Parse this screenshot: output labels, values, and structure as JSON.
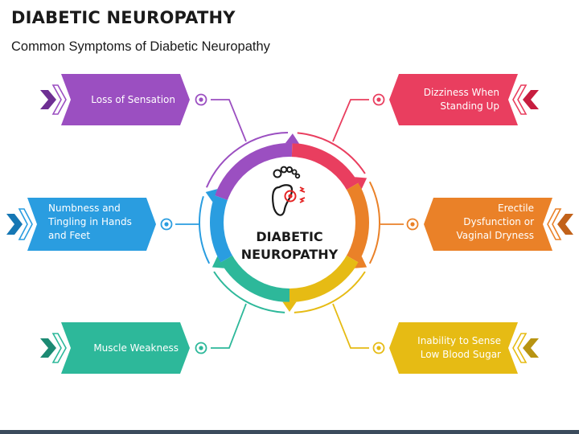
{
  "header": {
    "title": "DIABETIC NEUROPATHY",
    "subtitle": "Common Symptoms of Diabetic Neuropathy"
  },
  "center": {
    "label": "DIABETIC\nNEUROPATHY",
    "icon": "foot-icon"
  },
  "symptoms": [
    {
      "label": "Loss of Sensation",
      "color": "#9b4fc1",
      "side": "left"
    },
    {
      "label": "Numbness and\nTingling in Hands\nand Feet",
      "color": "#2a9de0",
      "side": "left"
    },
    {
      "label": "Muscle Weakness",
      "color": "#2db89a",
      "side": "left"
    },
    {
      "label": "Dizziness When\nStanding Up",
      "color": "#e93e5f",
      "side": "right"
    },
    {
      "label": "Erectile\nDysfunction or\nVaginal Dryness",
      "color": "#ea8128",
      "side": "right"
    },
    {
      "label": "Inability to Sense\nLow Blood Sugar",
      "color": "#e6bb14",
      "side": "right"
    }
  ],
  "colors": {
    "purple": "#9b4fc1",
    "red": "#e93e5f",
    "orange": "#ea8128",
    "yellow": "#e6bb14",
    "teal": "#2db89a",
    "blue": "#2a9de0",
    "dark_purple": "#6e2f93",
    "dark_red": "#c71d3f",
    "dark_orange": "#c2621a",
    "dark_yellow": "#b89412",
    "dark_teal": "#1c8a73",
    "dark_blue": "#1677b4"
  }
}
